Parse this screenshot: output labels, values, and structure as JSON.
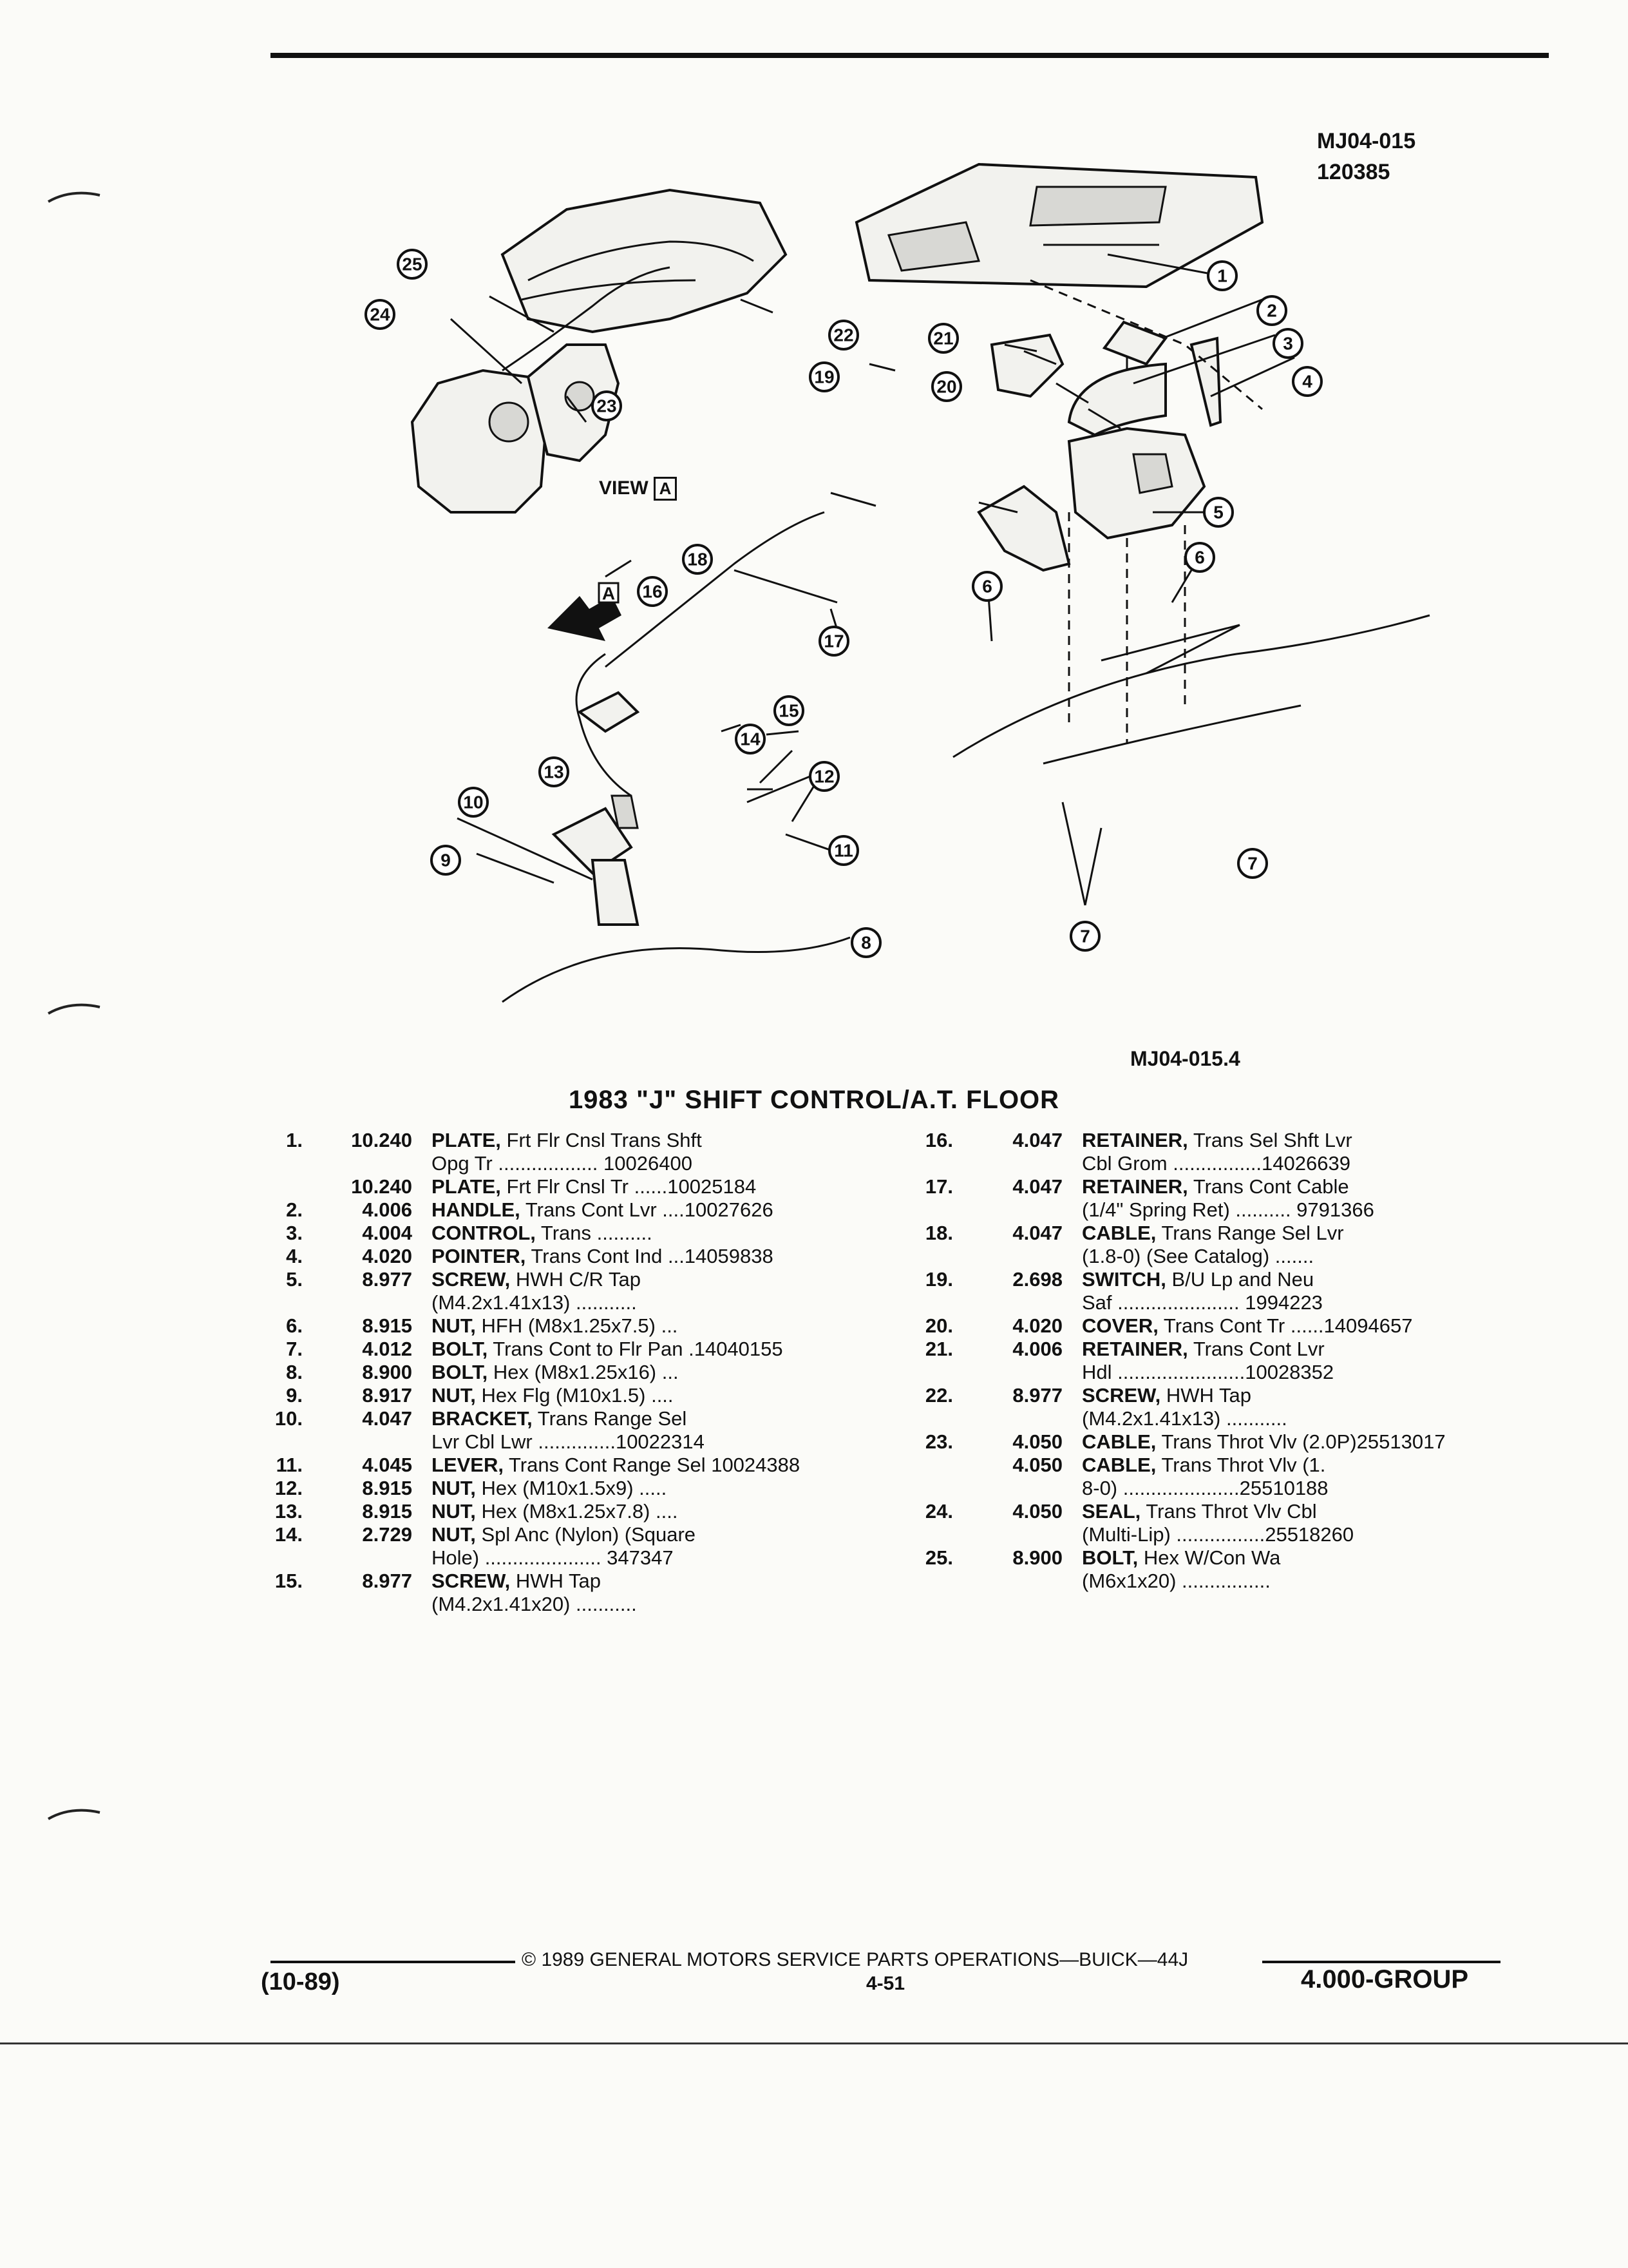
{
  "figure": {
    "code_top": "MJ04-015",
    "date_code": "120385",
    "ref_code": "MJ04-015.4",
    "view_label": "VIEW",
    "view_letter": "A",
    "arrow_letter": "A",
    "callouts": [
      "1",
      "2",
      "3",
      "4",
      "5",
      "6",
      "6",
      "7",
      "7",
      "8",
      "9",
      "10",
      "11",
      "12",
      "13",
      "14",
      "15",
      "16",
      "17",
      "18",
      "19",
      "20",
      "21",
      "22",
      "23",
      "24",
      "25"
    ]
  },
  "title": "1983 \"J\" SHIFT CONTROL/A.T. FLOOR",
  "parts_left": [
    {
      "num": "1.",
      "group": "10.240",
      "name": "PLATE,",
      "desc": " Frt Flr Cnsl Trans Shft",
      "cont": "Opg Tr .................. 10026400"
    },
    {
      "num": "",
      "group": "10.240",
      "name": "PLATE,",
      "desc": " Frt Flr Cnsl Tr ......10025184",
      "cont": ""
    },
    {
      "num": "2.",
      "group": "4.006",
      "name": "HANDLE,",
      "desc": " Trans Cont Lvr ....10027626",
      "cont": ""
    },
    {
      "num": "3.",
      "group": "4.004",
      "name": "CONTROL,",
      "desc": " Trans ..........",
      "cont": ""
    },
    {
      "num": "4.",
      "group": "4.020",
      "name": "POINTER,",
      "desc": " Trans Cont Ind ...14059838",
      "cont": ""
    },
    {
      "num": "5.",
      "group": "8.977",
      "name": "SCREW,",
      "desc": " HWH C/R Tap",
      "cont": "(M4.2x1.41x13) ..........."
    },
    {
      "num": "6.",
      "group": "8.915",
      "name": "NUT,",
      "desc": " HFH (M8x1.25x7.5) ...",
      "cont": ""
    },
    {
      "num": "7.",
      "group": "4.012",
      "name": "BOLT,",
      "desc": " Trans Cont to Flr Pan .14040155",
      "cont": ""
    },
    {
      "num": "8.",
      "group": "8.900",
      "name": "BOLT,",
      "desc": " Hex (M8x1.25x16) ...",
      "cont": ""
    },
    {
      "num": "9.",
      "group": "8.917",
      "name": "NUT,",
      "desc": " Hex Flg (M10x1.5) ....",
      "cont": ""
    },
    {
      "num": "10.",
      "group": "4.047",
      "name": "BRACKET,",
      "desc": " Trans Range Sel",
      "cont": "Lvr Cbl Lwr ..............10022314"
    },
    {
      "num": "11.",
      "group": "4.045",
      "name": "LEVER,",
      "desc": " Trans Cont Range Sel 10024388",
      "cont": ""
    },
    {
      "num": "12.",
      "group": "8.915",
      "name": "NUT,",
      "desc": " Hex (M10x1.5x9) .....",
      "cont": ""
    },
    {
      "num": "13.",
      "group": "8.915",
      "name": "NUT,",
      "desc": " Hex (M8x1.25x7.8) ....",
      "cont": ""
    },
    {
      "num": "14.",
      "group": "2.729",
      "name": "NUT,",
      "desc": " Spl Anc (Nylon) (Square",
      "cont": "Hole) .....................  347347"
    },
    {
      "num": "15.",
      "group": "8.977",
      "name": "SCREW,",
      "desc": " HWH Tap",
      "cont": "(M4.2x1.41x20) ..........."
    }
  ],
  "parts_right": [
    {
      "num": "16.",
      "group": "4.047",
      "name": "RETAINER,",
      "desc": " Trans Sel Shft Lvr",
      "cont": "Cbl Grom ................14026639"
    },
    {
      "num": "17.",
      "group": "4.047",
      "name": "RETAINER,",
      "desc": " Trans Cont Cable",
      "cont": "(1/4\" Spring Ret) ..........  9791366"
    },
    {
      "num": "18.",
      "group": "4.047",
      "name": "CABLE,",
      "desc": " Trans Range Sel Lvr",
      "cont": "(1.8-0) (See Catalog) ......."
    },
    {
      "num": "19.",
      "group": "2.698",
      "name": "SWITCH,",
      "desc": " B/U Lp and Neu",
      "cont": "Saf ......................  1994223"
    },
    {
      "num": "20.",
      "group": "4.020",
      "name": "COVER,",
      "desc": " Trans Cont Tr ......14094657",
      "cont": ""
    },
    {
      "num": "21.",
      "group": "4.006",
      "name": "RETAINER,",
      "desc": " Trans Cont Lvr",
      "cont": "Hdl .......................10028352"
    },
    {
      "num": "22.",
      "group": "8.977",
      "name": "SCREW,",
      "desc": " HWH Tap",
      "cont": "(M4.2x1.41x13) ..........."
    },
    {
      "num": "23.",
      "group": "4.050",
      "name": "CABLE,",
      "desc": " Trans Throt Vlv (2.0P)25513017",
      "cont": ""
    },
    {
      "num": "",
      "group": "4.050",
      "name": "CABLE,",
      "desc": " Trans Throt Vlv (1.",
      "cont": "8-0) .....................25510188"
    },
    {
      "num": "24.",
      "group": "4.050",
      "name": "SEAL,",
      "desc": " Trans Throt Vlv Cbl",
      "cont": "(Multi-Lip) ................25518260"
    },
    {
      "num": "25.",
      "group": "8.900",
      "name": "BOLT,",
      "desc": " Hex W/Con Wa",
      "cont": "(M6x1x20) ................"
    }
  ],
  "footer": {
    "copyright": "© 1989 GENERAL MOTORS SERVICE PARTS OPERATIONS—BUICK—44J",
    "date": "(10-89)",
    "page": "4-51",
    "group": "4.000-GROUP"
  }
}
